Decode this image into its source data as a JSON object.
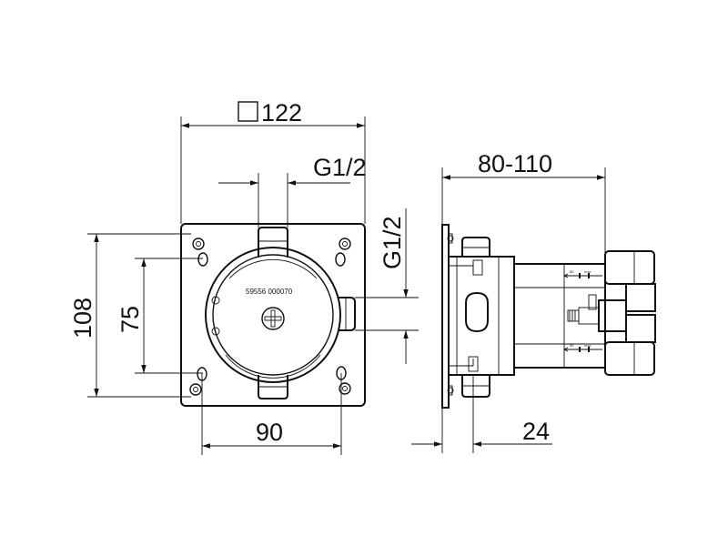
{
  "front_view": {
    "square_dim_label": "122",
    "inlet_thread_label": "G1/2",
    "height_outer_label": "108",
    "height_inner_label": "75",
    "width_holes_label": "90",
    "part_number_label": "59556 000070"
  },
  "side_view": {
    "depth_range_label": "80-110",
    "outlet_thread_label": "G1/2",
    "flange_depth_label": "24"
  },
  "colors": {
    "line": "#111111",
    "background": "#ffffff"
  },
  "icons": {
    "square_symbol": "square-icon",
    "center_screw": "phillips-screw-icon"
  }
}
